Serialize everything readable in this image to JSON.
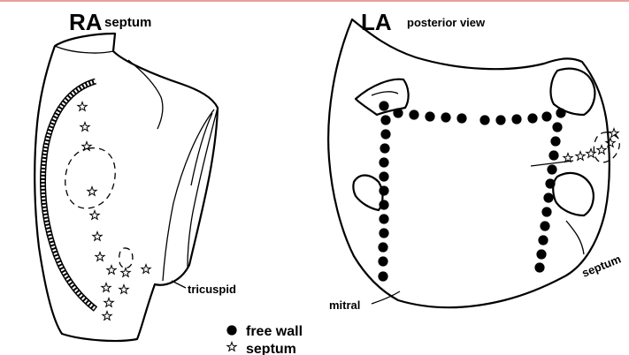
{
  "labels": {
    "ra_title": "RA",
    "ra_subtitle": "septum",
    "la_title": "LA",
    "la_subtitle": "posterior view",
    "tricuspid": "tricuspid",
    "mitral": "mitral",
    "septum_region": "septum"
  },
  "legend": {
    "free_wall": "free wall",
    "septum": "septum"
  },
  "symbols": {
    "free_wall": "filled-dot",
    "septum": "star"
  }
}
